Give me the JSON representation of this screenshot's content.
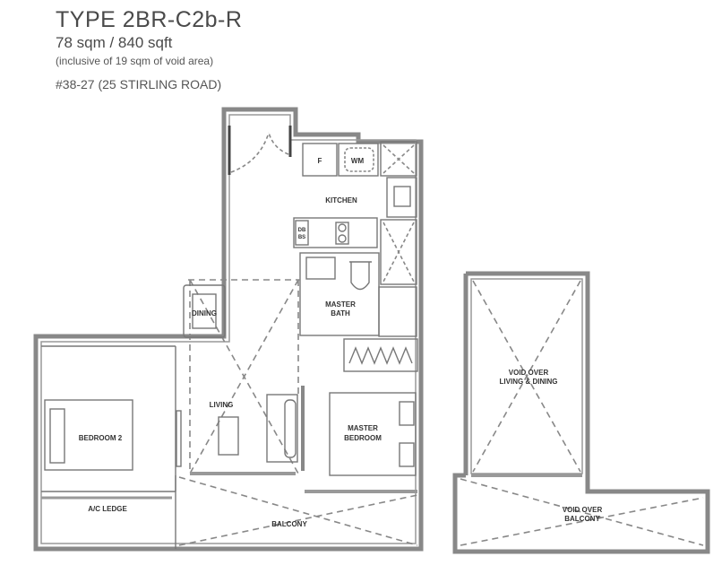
{
  "header": {
    "title": "TYPE 2BR-C2b-R",
    "area": "78 sqm / 840 sqft",
    "note": "(inclusive of 19 sqm of void area)",
    "address": "#38-27 (25 STIRLING ROAD)"
  },
  "plan": {
    "fridge": "F",
    "washer": "WM",
    "kitchen": "KITCHEN",
    "db_line1": "DB",
    "db_line2": "BS",
    "master_bath_line1": "MASTER",
    "master_bath_line2": "BATH",
    "dining": "DINING",
    "living": "LIVING",
    "bedroom2": "BEDROOM 2",
    "master_bedroom_line1": "MASTER",
    "master_bedroom_line2": "BEDROOM",
    "ac_ledge": "A/C LEDGE",
    "balcony": "BALCONY",
    "void_living_line1": "VOID OVER",
    "void_living_line2": "LIVING & DINING",
    "void_balcony_line1": "VOID OVER",
    "void_balcony_line2": "BALCONY"
  }
}
